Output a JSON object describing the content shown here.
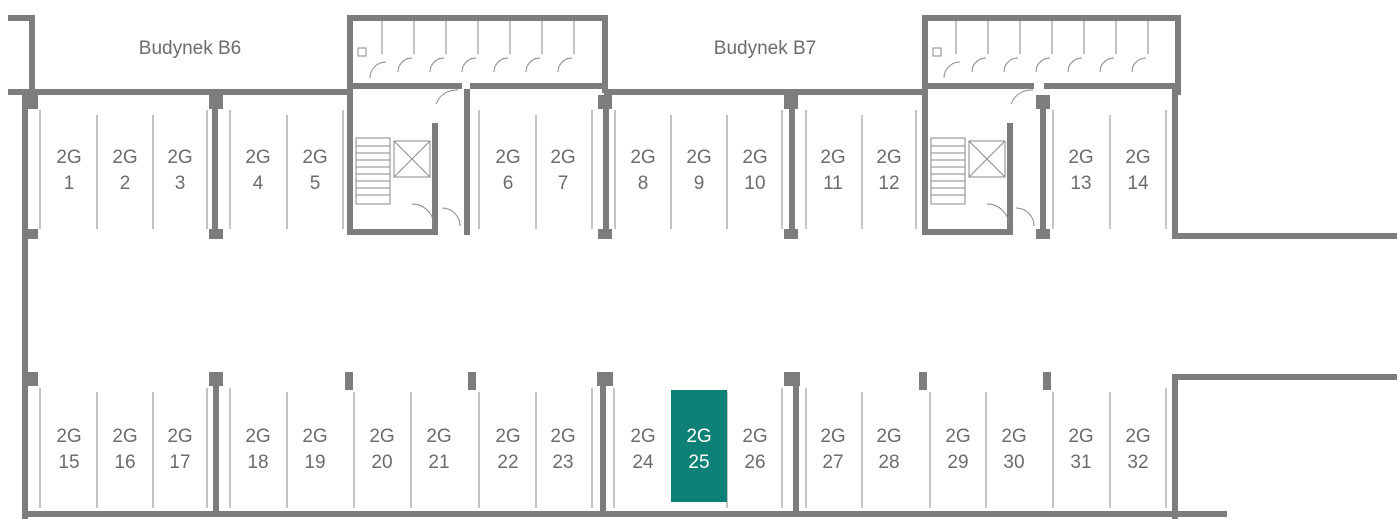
{
  "buildings": [
    {
      "id": "b6",
      "name": "Budynek B6"
    },
    {
      "id": "b7",
      "name": "Budynek B7"
    }
  ],
  "spots": [
    {
      "id": "1",
      "line1": "2G",
      "line2": "1",
      "selected": false
    },
    {
      "id": "2",
      "line1": "2G",
      "line2": "2",
      "selected": false
    },
    {
      "id": "3",
      "line1": "2G",
      "line2": "3",
      "selected": false
    },
    {
      "id": "4",
      "line1": "2G",
      "line2": "4",
      "selected": false
    },
    {
      "id": "5",
      "line1": "2G",
      "line2": "5",
      "selected": false
    },
    {
      "id": "6",
      "line1": "2G",
      "line2": "6",
      "selected": false
    },
    {
      "id": "7",
      "line1": "2G",
      "line2": "7",
      "selected": false
    },
    {
      "id": "8",
      "line1": "2G",
      "line2": "8",
      "selected": false
    },
    {
      "id": "9",
      "line1": "2G",
      "line2": "9",
      "selected": false
    },
    {
      "id": "10",
      "line1": "2G",
      "line2": "10",
      "selected": false
    },
    {
      "id": "11",
      "line1": "2G",
      "line2": "11",
      "selected": false
    },
    {
      "id": "12",
      "line1": "2G",
      "line2": "12",
      "selected": false
    },
    {
      "id": "13",
      "line1": "2G",
      "line2": "13",
      "selected": false
    },
    {
      "id": "14",
      "line1": "2G",
      "line2": "14",
      "selected": false
    },
    {
      "id": "15",
      "line1": "2G",
      "line2": "15",
      "selected": false
    },
    {
      "id": "16",
      "line1": "2G",
      "line2": "16",
      "selected": false
    },
    {
      "id": "17",
      "line1": "2G",
      "line2": "17",
      "selected": false
    },
    {
      "id": "18",
      "line1": "2G",
      "line2": "18",
      "selected": false
    },
    {
      "id": "19",
      "line1": "2G",
      "line2": "19",
      "selected": false
    },
    {
      "id": "20",
      "line1": "2G",
      "line2": "20",
      "selected": false
    },
    {
      "id": "21",
      "line1": "2G",
      "line2": "21",
      "selected": false
    },
    {
      "id": "22",
      "line1": "2G",
      "line2": "22",
      "selected": false
    },
    {
      "id": "23",
      "line1": "2G",
      "line2": "23",
      "selected": false
    },
    {
      "id": "24",
      "line1": "2G",
      "line2": "24",
      "selected": false
    },
    {
      "id": "25",
      "line1": "2G",
      "line2": "25",
      "selected": true
    },
    {
      "id": "26",
      "line1": "2G",
      "line2": "26",
      "selected": false
    },
    {
      "id": "27",
      "line1": "2G",
      "line2": "27",
      "selected": false
    },
    {
      "id": "28",
      "line1": "2G",
      "line2": "28",
      "selected": false
    },
    {
      "id": "29",
      "line1": "2G",
      "line2": "29",
      "selected": false
    },
    {
      "id": "30",
      "line1": "2G",
      "line2": "30",
      "selected": false
    },
    {
      "id": "31",
      "line1": "2G",
      "line2": "31",
      "selected": false
    },
    {
      "id": "32",
      "line1": "2G",
      "line2": "32",
      "selected": false
    }
  ],
  "colors": {
    "wall": "#7d7d7d",
    "text": "#6c6c6c",
    "selected_fill": "#0e8177",
    "selected_text": "#ffffff"
  }
}
